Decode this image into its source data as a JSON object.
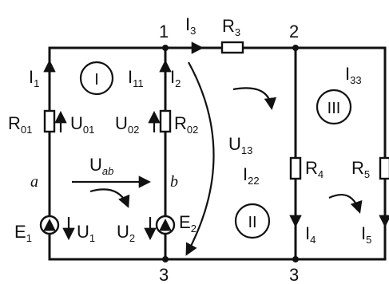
{
  "nodes": {
    "n1": "1",
    "n2": "2",
    "n3_left": "3",
    "n3_right": "3"
  },
  "currents": {
    "I1": {
      "main": "I",
      "sub": "1"
    },
    "I2": {
      "main": "I",
      "sub": "2"
    },
    "I3": {
      "main": "I",
      "sub": "3"
    },
    "I4": {
      "main": "I",
      "sub": "4"
    },
    "I5": {
      "main": "I",
      "sub": "5"
    },
    "I11": {
      "main": "I",
      "sub": "11"
    },
    "I22": {
      "main": "I",
      "sub": "22"
    },
    "I33": {
      "main": "I",
      "sub": "33"
    }
  },
  "resistors": {
    "R01": {
      "main": "R",
      "sub": "01"
    },
    "R02": {
      "main": "R",
      "sub": "02"
    },
    "R3": {
      "main": "R",
      "sub": "3"
    },
    "R4": {
      "main": "R",
      "sub": "4"
    },
    "R5": {
      "main": "R",
      "sub": "5"
    }
  },
  "voltages": {
    "U01": {
      "main": "U",
      "sub": "01"
    },
    "U02": {
      "main": "U",
      "sub": "02"
    },
    "U1": {
      "main": "U",
      "sub": "1"
    },
    "U2": {
      "main": "U",
      "sub": "2"
    },
    "U13": {
      "main": "U",
      "sub": "13"
    },
    "Uab": {
      "main": "U",
      "sub": "ab"
    }
  },
  "sources": {
    "E1": {
      "main": "E",
      "sub": "1"
    },
    "E2": {
      "main": "E",
      "sub": "2"
    }
  },
  "points": {
    "a": "a",
    "b": "b"
  },
  "loops": {
    "loop1": "I",
    "loop2": "II",
    "loop3": "III"
  }
}
